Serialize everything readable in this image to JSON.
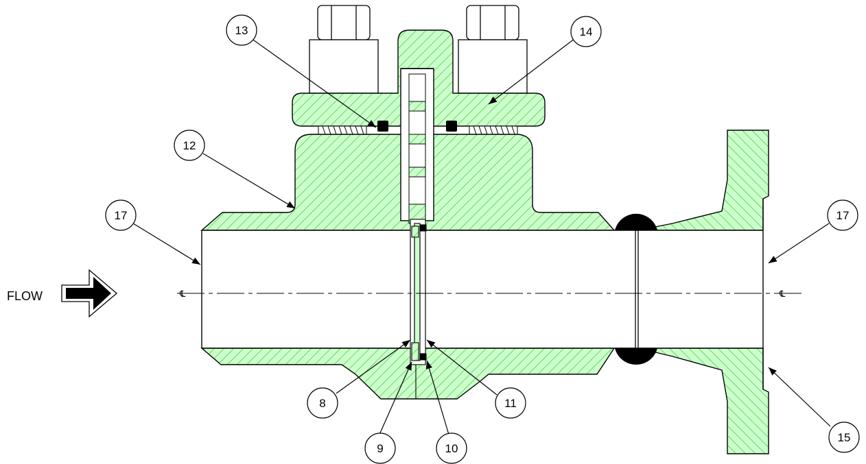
{
  "flow_label": "FLOW",
  "centerline_symbol": "℄",
  "callouts": [
    {
      "label": "8"
    },
    {
      "label": "9"
    },
    {
      "label": "10"
    },
    {
      "label": "11"
    },
    {
      "label": "12"
    },
    {
      "label": "13"
    },
    {
      "label": "14"
    },
    {
      "label": "15"
    },
    {
      "label": "17"
    },
    {
      "label": "17"
    }
  ],
  "colors": {
    "hatch": "#33cc33",
    "fill": "#ccffcc",
    "line": "#000000",
    "weld": "#000000"
  }
}
